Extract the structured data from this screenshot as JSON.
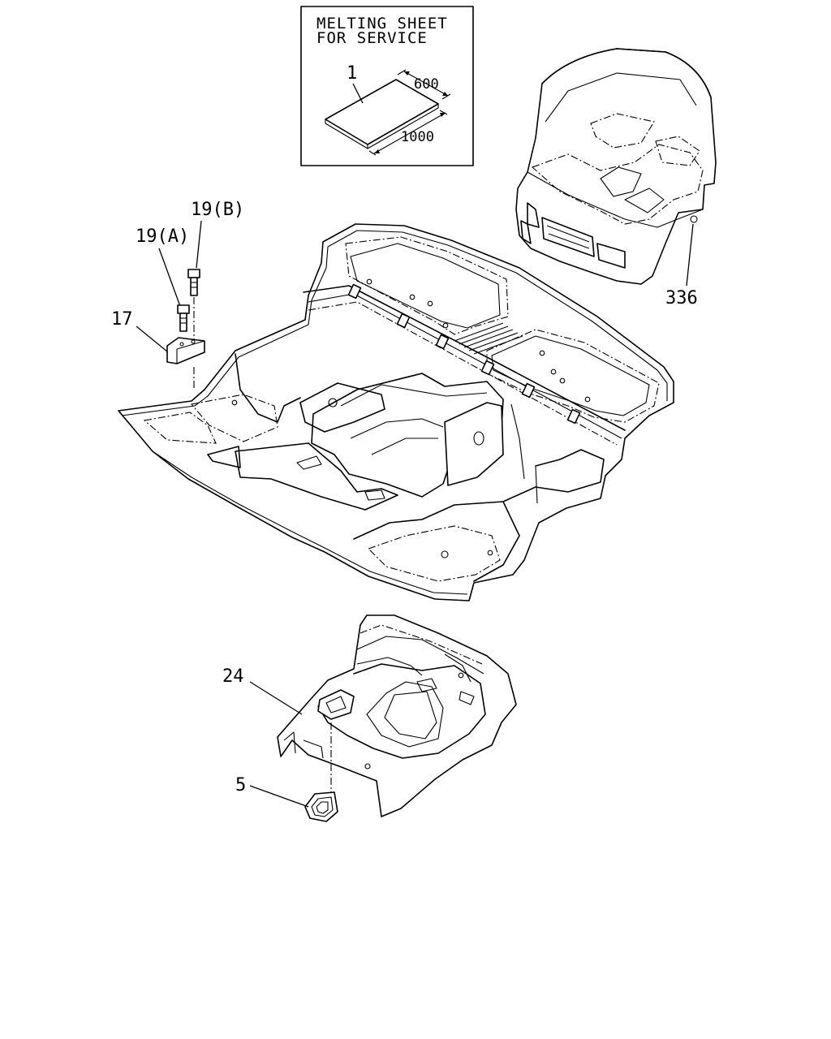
{
  "inset_box": {
    "title_line1": "MELTING SHEET",
    "title_line2": "FOR SERVICE",
    "part_number": "1",
    "dimension_width": "600",
    "dimension_length": "1000"
  },
  "callouts": {
    "bolt_b": "19(B)",
    "bolt_a": "19(A)",
    "bracket": "17",
    "cab": "336",
    "rear_panel": "24",
    "grommet": "5"
  }
}
